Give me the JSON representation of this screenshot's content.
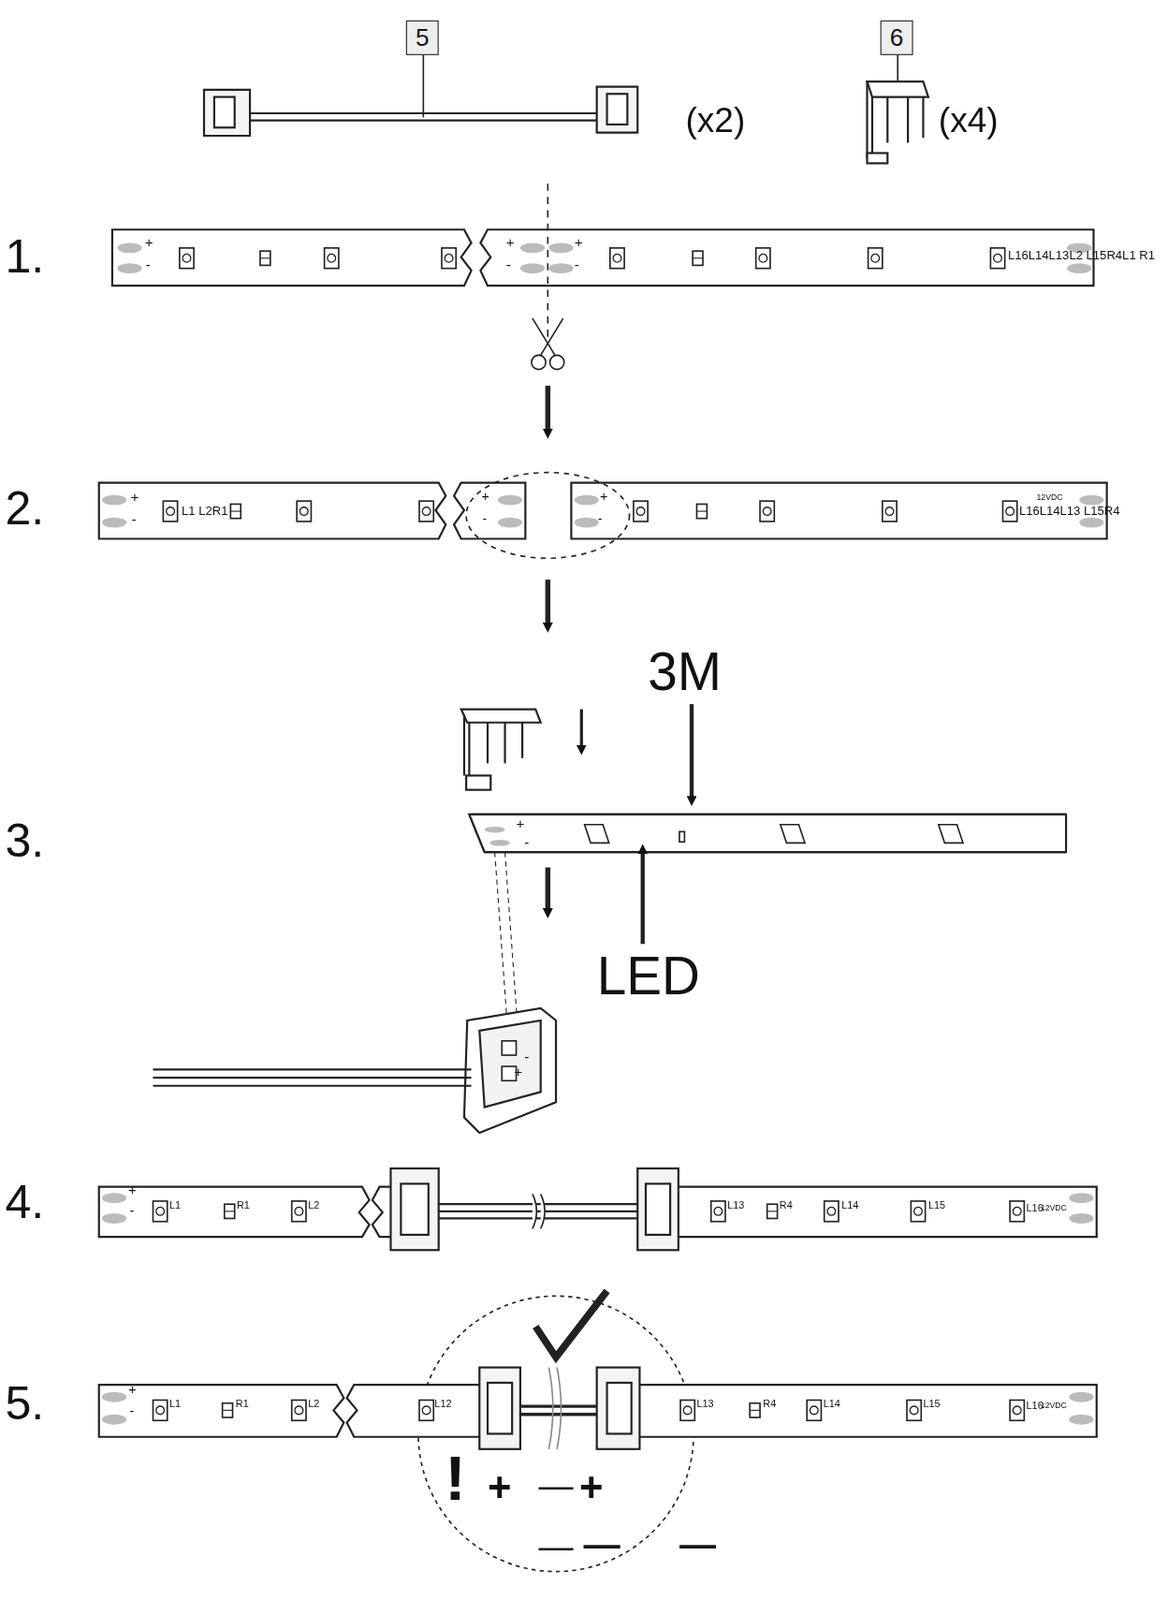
{
  "diagram": {
    "nodes": [
      {
        "text": [
          "5"
        ]
      },
      {
        "text": [
          "6"
        ]
      }
    ],
    "labels": [
      "(x2)",
      "(x4)",
      "1.",
      "+",
      "-",
      "+",
      "-",
      "+",
      "-",
      "L16L14L13L2 L15R4L1 R1",
      "2.",
      "+",
      "-",
      "L1 L2R1",
      "+",
      "-",
      "+",
      "-",
      "L16L14L13 L15R4",
      "12VDC",
      "3.",
      "3M",
      "+",
      "-",
      "LED",
      "-",
      "+",
      "4.",
      "+",
      "-",
      "L1",
      "R1",
      "L2",
      "L13",
      "R4",
      "L14",
      "L15",
      "L16",
      "12VDC",
      "5.",
      "+",
      "-",
      "L1",
      "R1",
      "L2",
      "L12",
      "L13",
      "R4",
      "L14",
      "L15",
      "L16",
      "12VDC",
      "!",
      "+",
      "—",
      "+",
      "—",
      "—",
      "—"
    ]
  }
}
